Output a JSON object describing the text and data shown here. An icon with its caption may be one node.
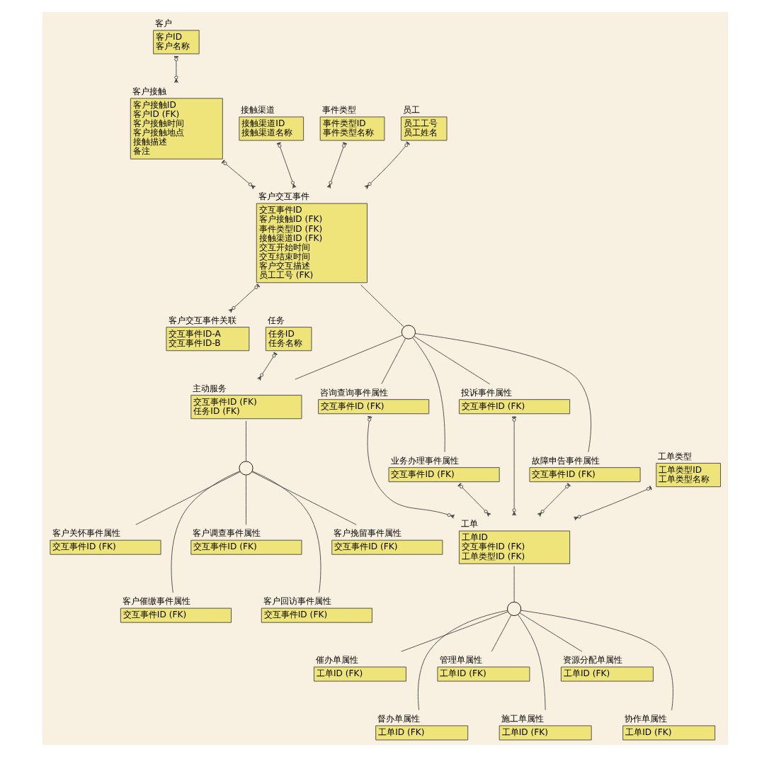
{
  "diagram": {
    "nodes": [
      {
        "text": [
          "客户",
          "客户ID",
          "客户名称"
        ]
      },
      {
        "text": [
          "接触渠道",
          "接触渠道ID",
          "接触渠道名称"
        ]
      },
      {
        "text": [
          "事件类型",
          "事件类型ID",
          "事件类型名称"
        ]
      },
      {
        "text": [
          "客户接触",
          "客户接触ID",
          "客户ID (FK)",
          "客户接触时间",
          "客户接触地点",
          "接触描述",
          "备注"
        ]
      },
      {
        "text": [
          "客户交互事件",
          "交互事件ID",
          "客户接触ID (FK)",
          "事件类型ID (FK)",
          "接触渠道ID (FK)",
          "交互开始时间",
          "交互结束时间",
          "客户交互描述",
          "员工工号 (FK)"
        ]
      },
      {
        "text": [
          "客户交互事件关联",
          "交互事件ID-A",
          "交互事件ID-B"
        ]
      },
      {
        "text": [
          "员工",
          "员工工号",
          "员工姓名"
        ]
      },
      {
        "text": [
          "任务",
          "任务ID",
          "任务名称"
        ]
      },
      {
        "text": [],
        "shape": "circle"
      },
      {
        "text": [
          "主动服务",
          "交互事件ID (FK)",
          "任务ID (FK)"
        ]
      },
      {
        "text": [
          "咨询查询事件属性",
          "交互事件ID (FK)"
        ]
      },
      {
        "text": [
          "业务办理事件属性",
          "交互事件ID (FK)"
        ]
      },
      {
        "text": [
          "投诉事件属性",
          "交互事件ID (FK)"
        ]
      },
      {
        "text": [
          "故障申告事件属性",
          "交互事件ID (FK)"
        ]
      },
      {
        "text": [],
        "shape": "circle"
      },
      {
        "text": [
          "客户关怀事件属性",
          "交互事件ID (FK)"
        ]
      },
      {
        "text": [
          "客户催缴事件属性",
          "交互事件ID (FK)"
        ]
      },
      {
        "text": [
          "客户调查事件属性",
          "交互事件ID (FK)"
        ]
      },
      {
        "text": [
          "工单类型",
          "工单类型ID",
          "工单类型名称"
        ]
      },
      {
        "text": [
          "工单",
          "工单ID",
          "交互事件ID (FK)",
          "工单类型ID (FK)"
        ]
      },
      {
        "text": [
          "客户回访事件属性",
          "交互事件ID (FK)"
        ]
      },
      {
        "text": [
          "客户挽留事件属性",
          "交互事件ID (FK)"
        ]
      },
      {
        "text": [],
        "shape": "circle"
      },
      {
        "text": [
          "催办单属性",
          "工单ID (FK)"
        ]
      },
      {
        "text": [
          "督办单属性",
          "工单ID (FK)"
        ]
      },
      {
        "text": [
          "管理单属性",
          "工单ID (FK)"
        ]
      },
      {
        "text": [
          "施工单属性",
          "工单ID (FK)"
        ]
      },
      {
        "text": [
          "资源分配单属性",
          "工单ID (FK)"
        ]
      },
      {
        "text": [
          "协作单属性",
          "工单ID (FK)"
        ]
      }
    ],
    "edges": [
      {
        "from": 0,
        "to": 3,
        "arrow": "other"
      },
      {
        "from": 1,
        "to": 4,
        "arrow": "other"
      },
      {
        "from": 2,
        "to": 4,
        "arrow": "other"
      },
      {
        "from": 3,
        "to": 4,
        "arrow": "other"
      },
      {
        "from": 6,
        "to": 4,
        "arrow": "other"
      },
      {
        "from": 4,
        "to": 5,
        "arrow": "other"
      },
      {
        "from": 7,
        "to": 9,
        "arrow": "other"
      },
      {
        "from": 4,
        "to": 8,
        "arrow": "none"
      },
      {
        "from": 8,
        "to": 10,
        "arrow": "none"
      },
      {
        "from": 8,
        "to": 11,
        "arrow": "none"
      },
      {
        "from": 8,
        "to": 12,
        "arrow": "none"
      },
      {
        "from": 8,
        "to": 13,
        "arrow": "none"
      },
      {
        "from": 8,
        "to": 9,
        "arrow": "none"
      },
      {
        "from": 9,
        "to": 14,
        "arrow": "none"
      },
      {
        "from": 14,
        "to": 15,
        "arrow": "none"
      },
      {
        "from": 14,
        "to": 16,
        "arrow": "none"
      },
      {
        "from": 14,
        "to": 17,
        "arrow": "none"
      },
      {
        "from": 14,
        "to": 20,
        "arrow": "none"
      },
      {
        "from": 14,
        "to": 21,
        "arrow": "none"
      },
      {
        "from": 10,
        "to": 19,
        "arrow": "other"
      },
      {
        "from": 11,
        "to": 19,
        "arrow": "other"
      },
      {
        "from": 12,
        "to": 19,
        "arrow": "other"
      },
      {
        "from": 13,
        "to": 19,
        "arrow": "other"
      },
      {
        "from": 18,
        "to": 19,
        "arrow": "other"
      },
      {
        "from": 19,
        "to": 22,
        "arrow": "none"
      },
      {
        "from": 22,
        "to": 23,
        "arrow": "none"
      },
      {
        "from": 22,
        "to": 24,
        "arrow": "none"
      },
      {
        "from": 22,
        "to": 25,
        "arrow": "none"
      },
      {
        "from": 22,
        "to": 26,
        "arrow": "none"
      },
      {
        "from": 22,
        "to": 27,
        "arrow": "none"
      },
      {
        "from": 22,
        "to": 28,
        "arrow": "none"
      }
    ]
  }
}
